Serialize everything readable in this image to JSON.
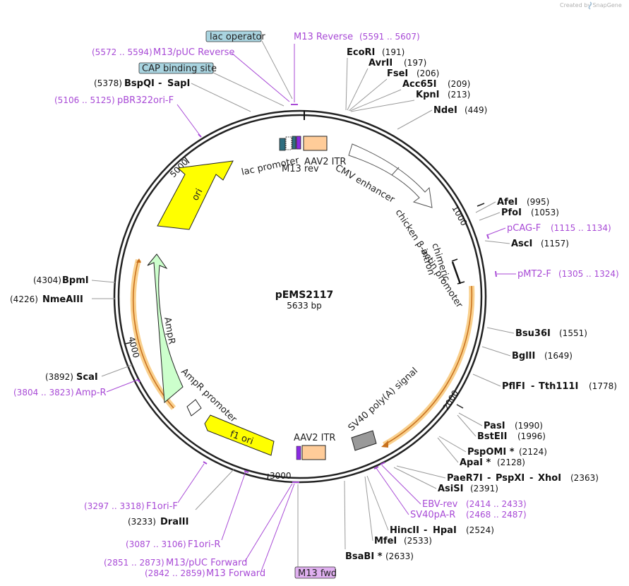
{
  "plasmid": {
    "name": "pEMS2117",
    "length_label": "5633 bp"
  },
  "watermark": "Created by SnapGene",
  "colors": {
    "primer": "#a84ad6",
    "feature_ori": "#ffff00",
    "feature_ampr": "#ccffcc",
    "feature_itr": "#ffcc99",
    "feature_polyA": "#999999",
    "feature_lac": "#008080",
    "orf_highlight": "#f5b041",
    "label_box": "#a9d4e0",
    "m13fwd_box": "#e0b0f0"
  },
  "tick_labels": [
    "1000",
    "2000",
    "3000",
    "4000",
    "5000"
  ],
  "sites_right": [
    {
      "name": "EcoRI",
      "pos": "(191)"
    },
    {
      "name": "AvrII",
      "pos": "(197)"
    },
    {
      "name": "FseI",
      "pos": "(206)"
    },
    {
      "name": "Acc65I",
      "pos": "(209)"
    },
    {
      "name": "KpnI",
      "pos": "(213)"
    },
    {
      "name": "NdeI",
      "pos": "(449)"
    },
    {
      "name": "AfeI",
      "pos": "(995)"
    },
    {
      "name": "PfoI",
      "pos": "(1053)"
    },
    {
      "name": "AscI",
      "pos": "(1157)"
    },
    {
      "name": "Bsu36I",
      "pos": "(1551)"
    },
    {
      "name": "BglII",
      "pos": "(1649)"
    },
    {
      "name": "PflFI",
      "name2": "Tth111I",
      "pos": "(1778)"
    },
    {
      "name": "PasI",
      "pos": "(1990)"
    },
    {
      "name": "BstEII",
      "pos": "(1996)"
    },
    {
      "name": "PspOMI *",
      "pos": "(2124)"
    },
    {
      "name": "ApaI *",
      "pos": "(2128)"
    },
    {
      "name": "PaeR7I",
      "name2": "PspXI",
      "name3": "XhoI",
      "pos": "(2363)"
    },
    {
      "name": "AsiSI",
      "pos": "(2391)"
    },
    {
      "name": "HincII",
      "name2": "HpaI",
      "pos": "(2524)"
    },
    {
      "name": "MfeI",
      "pos": "(2533)"
    },
    {
      "name": "BsaBI *",
      "pos": "(2633)"
    }
  ],
  "sites_left": [
    {
      "name": "BspQI",
      "name2": "SapI",
      "pos": "(5378)"
    },
    {
      "name": "BpmI",
      "pos": "(4304)"
    },
    {
      "name": "NmeAIII",
      "pos": "(4226)"
    },
    {
      "name": "ScaI",
      "pos": "(3892)"
    },
    {
      "name": "DraIII",
      "pos": "(3233)"
    }
  ],
  "primers": [
    {
      "name": "M13 Reverse",
      "range": "(5591 .. 5607)"
    },
    {
      "name": "M13/pUC Reverse",
      "range": "(5572 .. 5594)"
    },
    {
      "name": "pBR322ori-F",
      "range": "(5106 .. 5125)"
    },
    {
      "name": "pCAG-F",
      "range": "(1115 .. 1134)"
    },
    {
      "name": "pMT2-F",
      "range": "(1305 .. 1324)"
    },
    {
      "name": "Amp-R",
      "range": "(3804 .. 3823)"
    },
    {
      "name": "EBV-rev",
      "range": "(2414 .. 2433)"
    },
    {
      "name": "SV40pA-R",
      "range": "(2468 .. 2487)"
    },
    {
      "name": "F1ori-F",
      "range": "(3297 .. 3318)"
    },
    {
      "name": "F1ori-R",
      "range": "(3087 .. 3106)"
    },
    {
      "name": "M13/pUC Forward",
      "range": "(2851 .. 2873)"
    },
    {
      "name": "M13 Forward",
      "range": "(2842 .. 2859)"
    }
  ],
  "boxed_labels": {
    "lac_operator": "lac operator",
    "cap_site": "CAP binding site",
    "m13_fwd": "M13 fwd"
  },
  "features": {
    "lac_promoter": "lac promoter",
    "m13_rev": "M13 rev",
    "aav2_itr_top": "AAV2 ITR",
    "cmv_enhancer": "CMV enhancer",
    "cba_promoter": "chicken β-actin promoter",
    "chimeric_intron_1": "chimeric",
    "chimeric_intron_2": "intron",
    "sv40_polyA": "SV40 poly(A) signal",
    "aav2_itr_bottom": "AAV2 ITR",
    "f1_ori": "f1 ori",
    "ampr_promoter": "AmpR promoter",
    "ampr": "AmpR",
    "ori": "ori"
  }
}
